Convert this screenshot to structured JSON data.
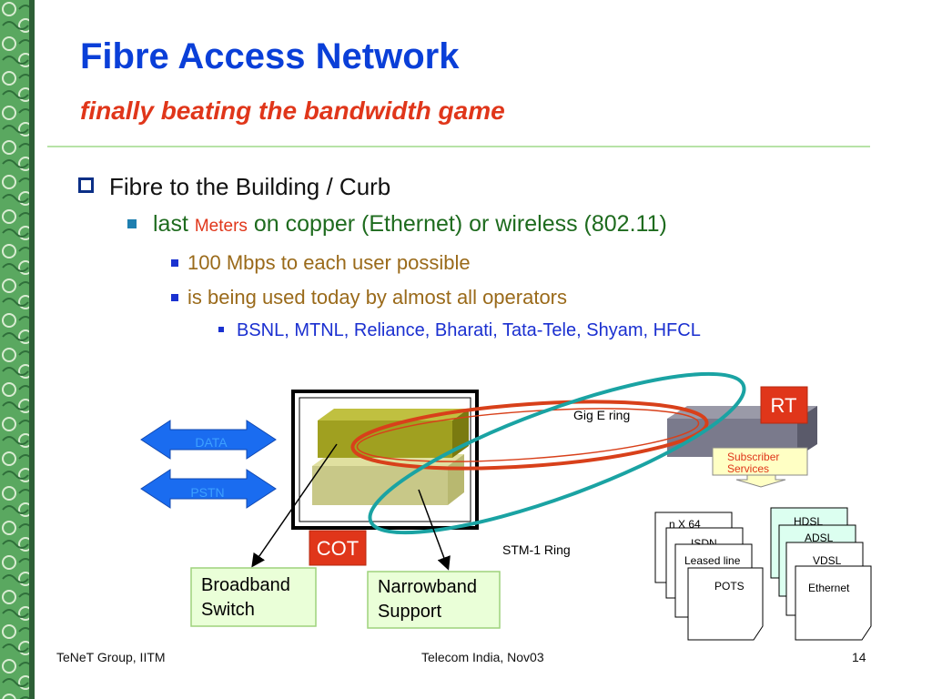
{
  "slide": {
    "title": "Fibre Access Network",
    "subtitle": "finally beating the bandwidth game"
  },
  "bullets": {
    "level1": "Fibre to the Building / Curb",
    "level2": {
      "prefix": "last ",
      "highlight": "Meters",
      "suffix": " on copper (Ethernet) or wireless (802.11)"
    },
    "level3": [
      "100 Mbps to each user possible",
      "is being used today by almost all operators"
    ],
    "level4": "BSNL, MTNL, Reliance, Bharati, Tata-Tele, Shyam, HFCL"
  },
  "diagram": {
    "data_arrow_label": "DATA",
    "pstn_arrow_label": "PSTN",
    "cot_label": "COT",
    "rt_label": "RT",
    "gig_e_ring_label": "Gig E ring",
    "stm1_ring_label": "STM-1 Ring",
    "subscriber_services_label": "Subscriber\nServices",
    "broadband_switch_label": "Broadband\nSwitch",
    "narrowband_support_label": "Narrowband\nSupport",
    "narrowband_cards": [
      "n X 64",
      "ISDN",
      "Leased line",
      "POTS"
    ],
    "broadband_cards": [
      "HDSL",
      "ADSL",
      "VDSL",
      "Ethernet"
    ]
  },
  "footer": {
    "left": "TeNeT Group, IITM",
    "center": "Telecom India, Nov03",
    "page_number": "14"
  },
  "colors": {
    "title": "#0a3fd8",
    "subtitle": "#e0361a",
    "ring_red": "#d8401a",
    "ring_teal": "#1aa3a3",
    "label_box_fill": "#e0361a",
    "arrow_fill": "#1a6cf0"
  }
}
